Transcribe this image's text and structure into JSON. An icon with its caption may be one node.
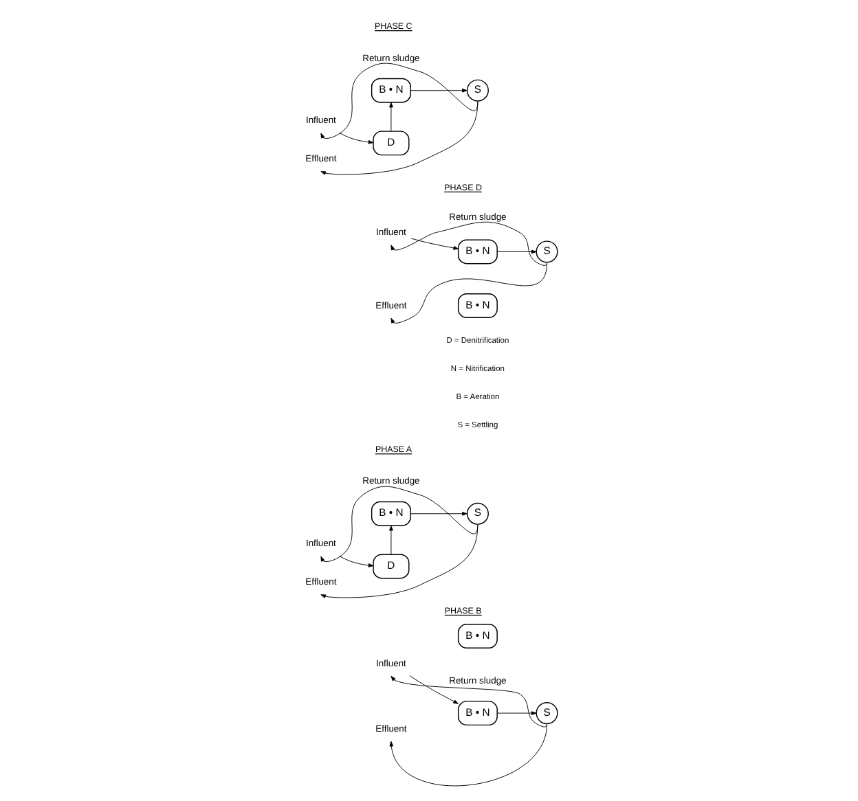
{
  "diagram": {
    "nodes": [
      {
        "text": [
          "Influent"
        ]
      },
      {
        "text": [
          "D"
        ]
      },
      {
        "text": [
          "B • N"
        ]
      },
      {
        "text": [
          "S"
        ]
      },
      {
        "text": [
          "Effluent"
        ]
      },
      {
        "text": [
          "B • N"
        ]
      },
      {
        "text": [
          "Influent"
        ]
      },
      {
        "text": [
          "B • N"
        ]
      },
      {
        "text": [
          "S"
        ]
      },
      {
        "text": [
          "Effluent"
        ]
      },
      {
        "text": [
          "B • N"
        ]
      },
      {
        "text": [
          "Influent"
        ]
      },
      {
        "text": [
          "D"
        ]
      },
      {
        "text": [
          "S"
        ]
      },
      {
        "text": [
          "Effluent"
        ]
      },
      {
        "text": [
          "B • N"
        ]
      },
      {
        "text": [
          "Influent"
        ]
      },
      {
        "text": [
          "S"
        ]
      },
      {
        "text": [
          "Effluent"
        ]
      },
      {
        "text": [
          "B • N"
        ]
      }
    ],
    "edges": [
      {
        "from": 0,
        "to": 1,
        "arrow": "to"
      },
      {
        "from": 1,
        "to": 2,
        "arrow": "to"
      },
      {
        "from": 2,
        "to": 3,
        "arrow": "to"
      },
      {
        "from": 3,
        "to": 4,
        "arrow": "to"
      },
      {
        "from": 3,
        "to": 0,
        "arrow": "to",
        "label": "Return sludge"
      },
      {
        "from": 6,
        "to": 7,
        "arrow": "to"
      },
      {
        "from": 7,
        "to": 8,
        "arrow": "to"
      },
      {
        "from": 8,
        "to": 9,
        "arrow": "to"
      },
      {
        "from": 8,
        "to": 6,
        "arrow": "to",
        "label": "Return sludge"
      },
      {
        "from": 11,
        "to": 12,
        "arrow": "to"
      },
      {
        "from": 12,
        "to": 10,
        "arrow": "to"
      },
      {
        "from": 10,
        "to": 13,
        "arrow": "to"
      },
      {
        "from": 13,
        "to": 14,
        "arrow": "to"
      },
      {
        "from": 13,
        "to": 11,
        "arrow": "to",
        "label": "Return sludge"
      },
      {
        "from": 16,
        "to": 15,
        "arrow": "to"
      },
      {
        "from": 15,
        "to": 17,
        "arrow": "to"
      },
      {
        "from": 17,
        "to": 18,
        "arrow": "to"
      },
      {
        "from": 17,
        "to": 16,
        "arrow": "to",
        "label": "Return sludge"
      }
    ],
    "labels": [
      "PHASE A",
      "PHASE B",
      "PHASE C",
      "PHASE D",
      "D = Denitrification",
      "N = Nitrification",
      "B = Aeration",
      "S = Settling"
    ]
  }
}
